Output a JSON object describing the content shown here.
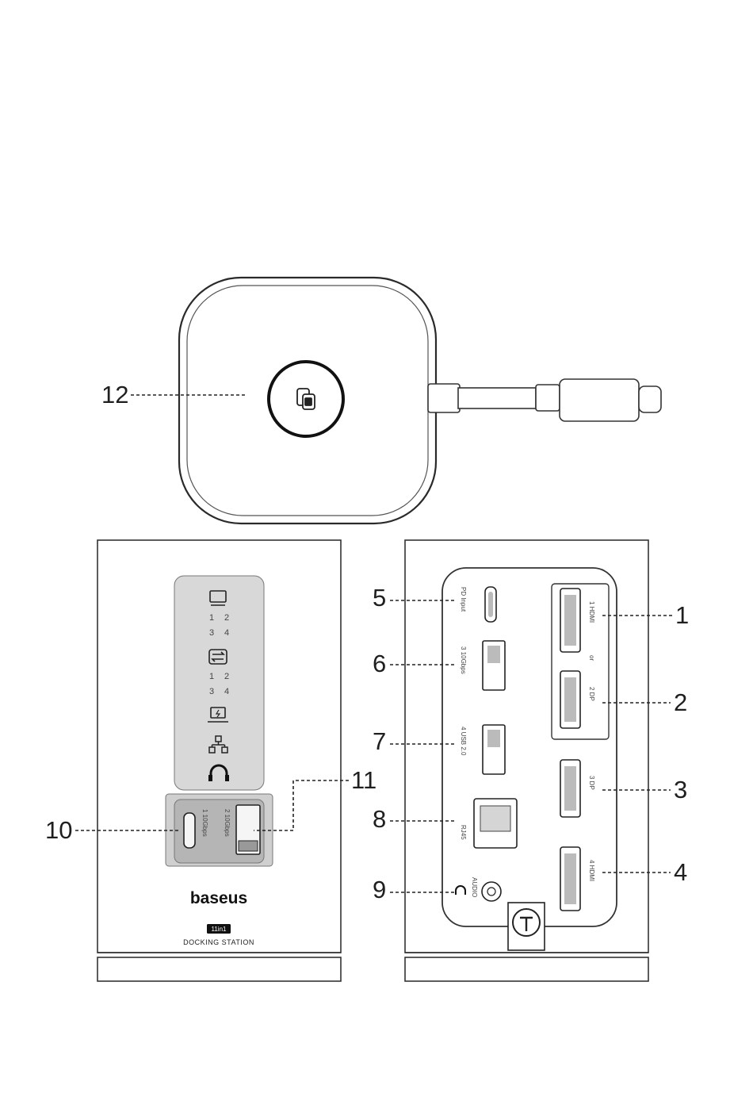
{
  "callouts": {
    "c1": "1",
    "c2": "2",
    "c3": "3",
    "c4": "4",
    "c5": "5",
    "c6": "6",
    "c7": "7",
    "c8": "8",
    "c9": "9",
    "c10": "10",
    "c11": "11",
    "c12": "12"
  },
  "front": {
    "brand": "baseus",
    "model_badge": "11in1",
    "product": "DOCKING STATION",
    "display_numbers": [
      "1",
      "2",
      "3",
      "4"
    ],
    "usb_numbers": [
      "1",
      "2",
      "3",
      "4"
    ],
    "sd_port_1": "1 10Gbps",
    "sd_port_2": "2 10Gbps"
  },
  "back": {
    "pd_input": "PD Input",
    "usb3": "3 10Gbps",
    "usb4": "4 USB 2.0",
    "rj45": "RJ45",
    "audio": "AUDIO",
    "hdmi1": "1 HDMI",
    "or": "or",
    "dp2": "2 DP",
    "dp3": "3 DP",
    "hdmi4": "4 HDMI"
  }
}
